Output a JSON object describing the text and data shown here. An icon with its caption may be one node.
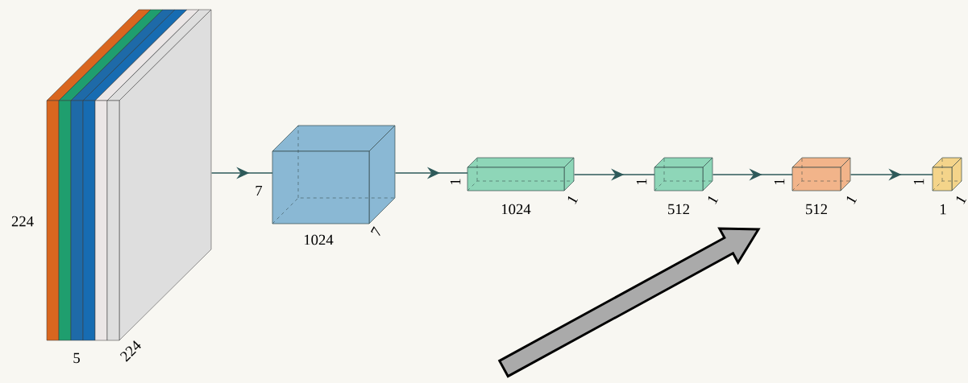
{
  "diagram": {
    "nodes": [
      {
        "text": [],
        "shape": "box",
        "beside": [
          "224",
          "5",
          "224"
        ]
      },
      {
        "text": [],
        "shape": "box",
        "beside": [
          "7",
          "1024",
          "7"
        ]
      },
      {
        "text": [],
        "shape": "box",
        "beside": [
          "1",
          "1024",
          "1"
        ]
      },
      {
        "text": [],
        "shape": "box",
        "beside": [
          "1",
          "512",
          "1"
        ]
      },
      {
        "text": [],
        "shape": "box",
        "beside": [
          "1",
          "512",
          "1"
        ]
      },
      {
        "text": [],
        "shape": "box",
        "beside": [
          "1",
          "1",
          "1"
        ]
      }
    ],
    "edges": [
      {
        "from": 0,
        "to": 1,
        "arrow": "to"
      },
      {
        "from": 1,
        "to": 2,
        "arrow": "to"
      },
      {
        "from": 2,
        "to": 3,
        "arrow": "to"
      },
      {
        "from": 3,
        "to": 4,
        "arrow": "to"
      },
      {
        "from": 4,
        "to": 5,
        "arrow": "to"
      },
      {
        "from": null,
        "to": 4,
        "arrow": "to",
        "style": "thick",
        "color": "#aaaaaa"
      }
    ]
  }
}
